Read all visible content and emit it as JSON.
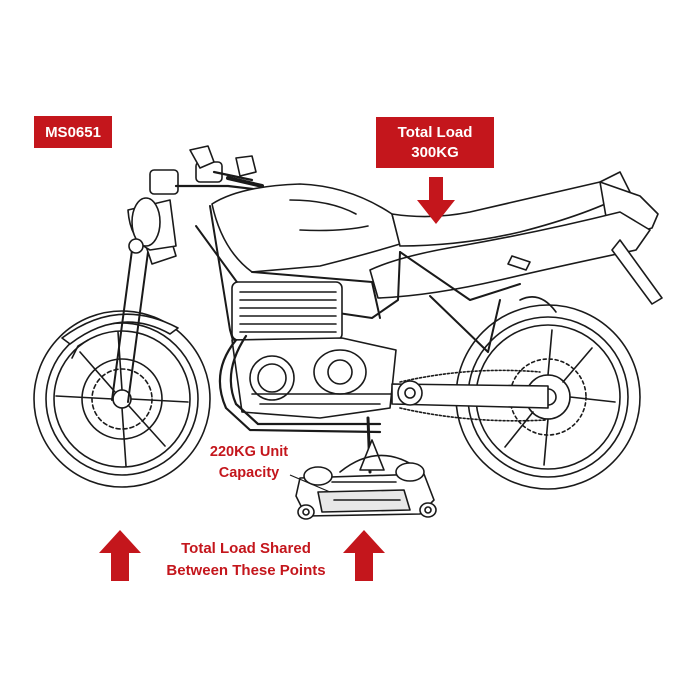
{
  "colors": {
    "accent": "#c4161c",
    "line": "#1a1a1a",
    "fill": "#ffffff"
  },
  "labels": {
    "code": "MS0651",
    "total_load_line1": "Total Load",
    "total_load_line2": "300KG",
    "capacity_line1": "220KG Unit",
    "capacity_line2": "Capacity",
    "shared_line1": "Total Load Shared",
    "shared_line2": "Between These Points"
  }
}
